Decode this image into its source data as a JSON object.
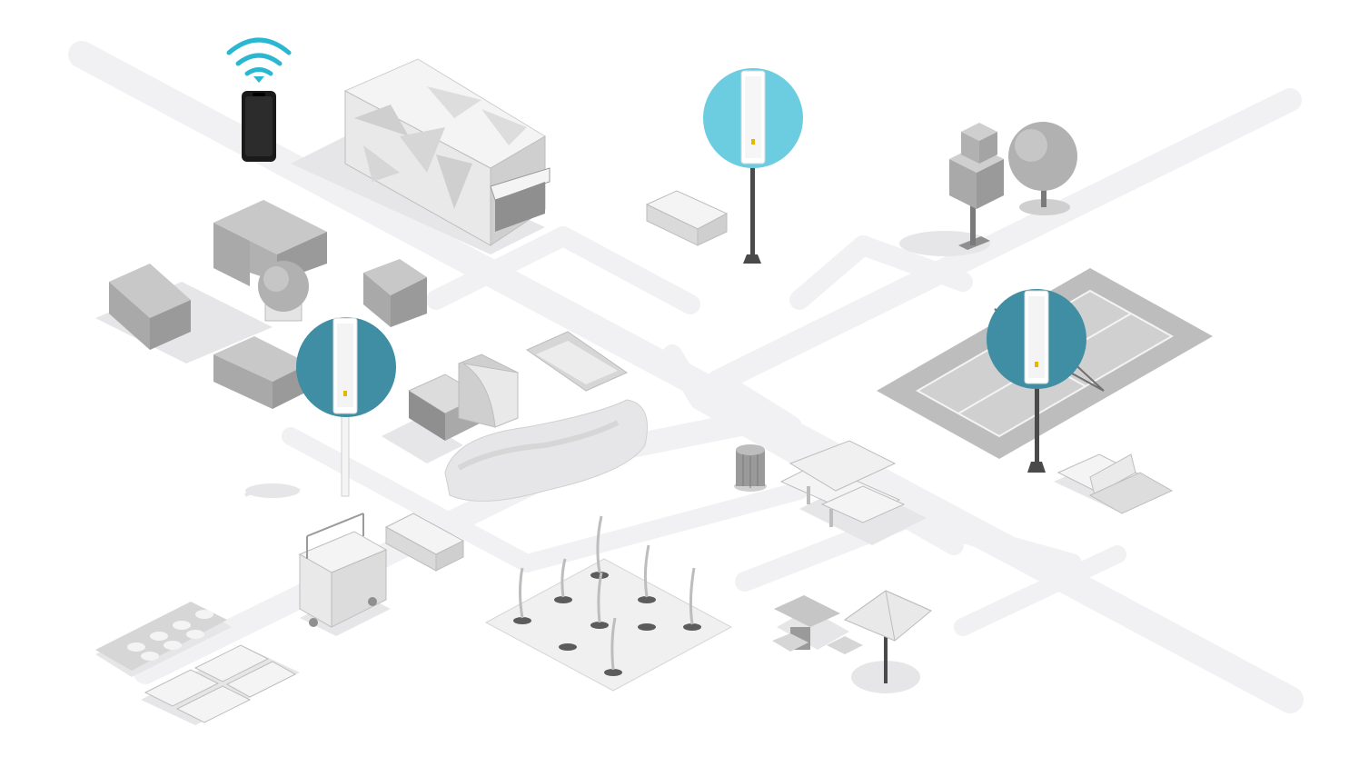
{
  "scene": {
    "subject": "outdoor-park-wifi-coverage",
    "colors": {
      "background": "#ffffff",
      "path": "#f1f1f3",
      "ground_shadow": "#e6e6e8",
      "object_light": "#ededed",
      "object_mid": "#cfcfcf",
      "object_dark": "#8f8f8f",
      "hedge": "#b9b9b9",
      "court": "#bdbdbd",
      "access_point_highlight": "#6dcde0",
      "access_point_coverage": "#3f8ea3",
      "access_point_body": "#ffffff",
      "wifi_signal": "#29b7d1",
      "phone": "#1a1a1a"
    },
    "icons": {
      "wifi": "wifi-signal-icon",
      "phone": "smartphone-icon",
      "access_point": "outdoor-access-point-icon"
    },
    "access_point_count": 3,
    "highlighted_access_point": "center-top"
  }
}
